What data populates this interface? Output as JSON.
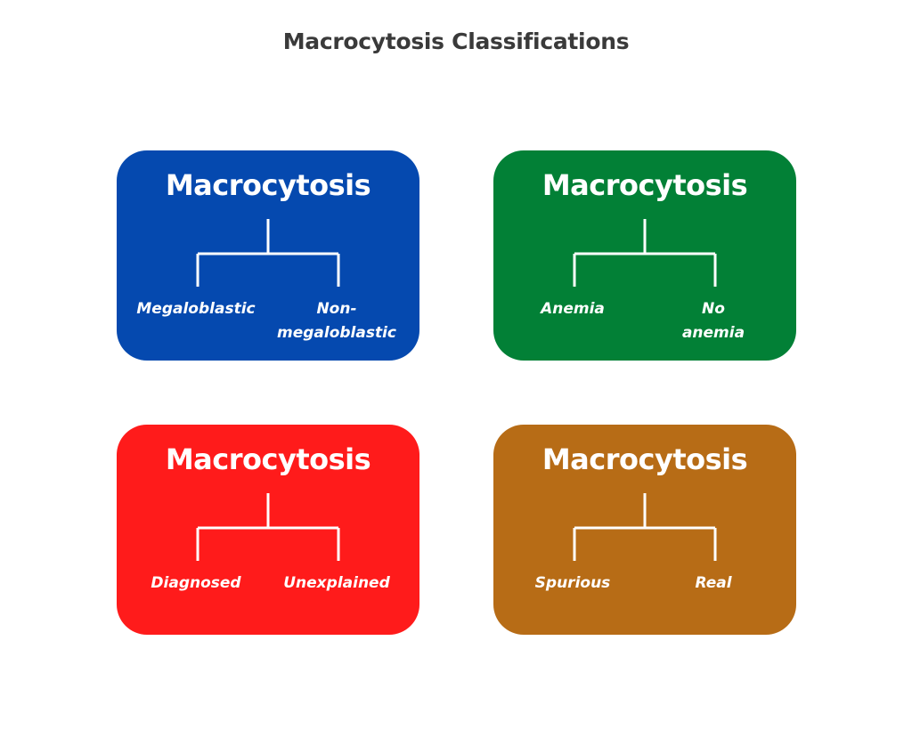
{
  "title": "Macrocytosis Classifications",
  "colors": {
    "blue": "#0549AF",
    "green": "#028036",
    "red": "#FF1B1B",
    "amber": "#B76C16",
    "title_text": "#3a3a3a"
  },
  "cards": [
    {
      "id": "blue",
      "root": "Macrocytosis",
      "left": "Megaloblastic",
      "right": "Non-\nmegaloblastic"
    },
    {
      "id": "green",
      "root": "Macrocytosis",
      "left": "Anemia",
      "right": "No\nanemia"
    },
    {
      "id": "red",
      "root": "Macrocytosis",
      "left": "Diagnosed",
      "right": "Unexplained"
    },
    {
      "id": "amber",
      "root": "Macrocytosis",
      "left": "Spurious",
      "right": "Real"
    }
  ]
}
